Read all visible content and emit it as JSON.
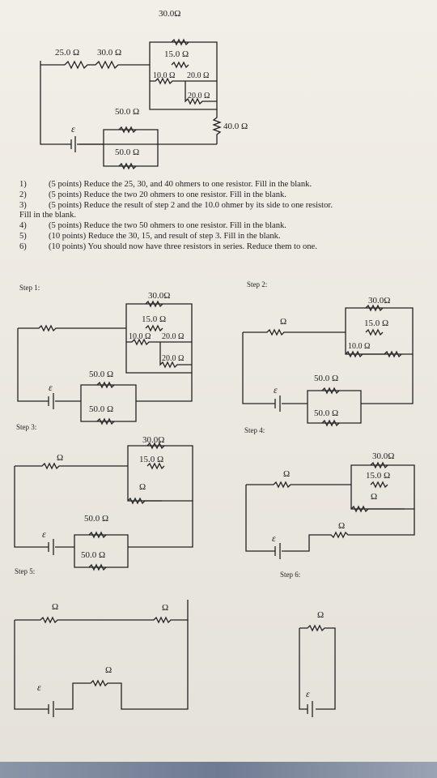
{
  "main_circuit": {
    "r_25": "25.0 Ω",
    "r_30a": "30.0 Ω",
    "r_30b": "30.0Ω",
    "r_15": "15.0 Ω",
    "r_10": "10.0 Ω",
    "r_20a": "20.0 Ω",
    "r_20b": "20.0 Ω",
    "r_40": "40.0 Ω",
    "r_50a": "50.0 Ω",
    "r_50b": "50.0 Ω",
    "emf": "ε"
  },
  "questions": [
    {
      "num": "1)",
      "text": "(5 points) Reduce the 25, 30, and 40 ohmers to one resistor.  Fill in the blank."
    },
    {
      "num": "2)",
      "text": "(5 points) Reduce the two 20 ohmers to one resistor.  Fill in the blank."
    },
    {
      "num": "3)",
      "text": "(5 points) Reduce the result of step 2 and the 10.0 ohmer by its side to one resistor."
    },
    {
      "num": "",
      "text": "Fill in the blank."
    },
    {
      "num": "4)",
      "text": "(5 points) Reduce the two 50 ohmers to one resistor.  Fill in the blank."
    },
    {
      "num": "5)",
      "text": "(10 points) Reduce the 30, 15, and result of step 3.  Fill in the blank."
    },
    {
      "num": "6)",
      "text": "(10 points) You should now have three resistors in series.  Reduce them to one."
    }
  ],
  "steps": {
    "step1": {
      "label": "Step 1:",
      "r_blank": "",
      "r_30": "30.0Ω",
      "r_15": "15.0 Ω",
      "r_10": "10.0 Ω",
      "r_20a": "20.0 Ω",
      "r_20b": "20.0 Ω",
      "r_50a": "50.0 Ω",
      "r_50b": "50.0 Ω",
      "emf": "ε"
    },
    "step2": {
      "label": "Step 2:",
      "r_blank": "Ω",
      "r_30": "30.0Ω",
      "r_15": "15.0 Ω",
      "r_10": "10.0 Ω",
      "r_50a": "50.0 Ω",
      "r_50b": "50.0 Ω",
      "emf": "ε"
    },
    "step3": {
      "label": "Step 3:",
      "r_blank": "Ω",
      "r_30": "30.0Ω",
      "r_15": "15.0 Ω",
      "r_blank2": "Ω",
      "r_50a": "50.0 Ω",
      "r_50b": "50.0 Ω",
      "emf": "ε"
    },
    "step4": {
      "label": "Step 4:",
      "r_blank": "Ω",
      "r_30": "30.0Ω",
      "r_15": "15.0 Ω",
      "r_blank2": "Ω",
      "r_blank3": "Ω",
      "emf": "ε"
    },
    "step5": {
      "label": "Step 5:",
      "r_blank": "Ω",
      "r_blank2": "Ω",
      "r_blank3": "Ω",
      "emf": "ε"
    },
    "step6": {
      "label": "Step 6:",
      "r_blank": "Ω",
      "emf": "ε"
    }
  }
}
